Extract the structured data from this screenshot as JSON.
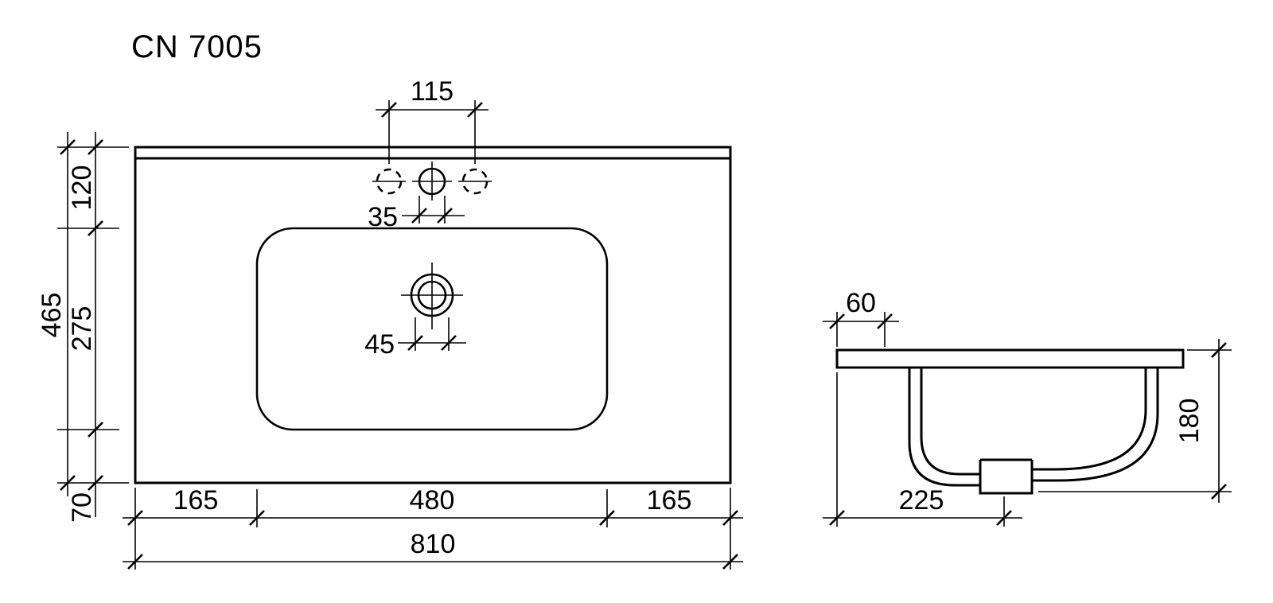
{
  "title": "CN 7005",
  "colors": {
    "line": "#000000",
    "background": "#ffffff"
  },
  "plan_view": {
    "name": "top-view",
    "dims": {
      "faucet_holes_spacing": "115",
      "faucet_hole_diameter": "35",
      "drain_diameter": "45",
      "depth_total": "465",
      "depth_back_to_basin": "120",
      "basin_depth": "275",
      "depth_front": "70",
      "left_margin": "165",
      "basin_width": "480",
      "right_margin": "165",
      "width_total": "810"
    }
  },
  "side_view": {
    "name": "side-section-view",
    "dims": {
      "front_edge": "60",
      "height": "180",
      "drain_offset": "225"
    }
  }
}
